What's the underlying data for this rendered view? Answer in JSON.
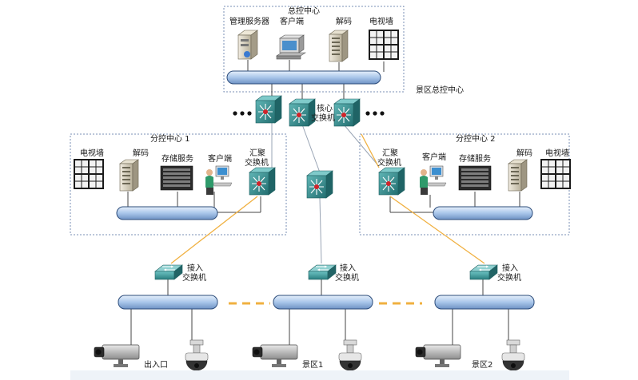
{
  "central": {
    "title": "总控中心",
    "zone_label": "景区总控中心",
    "mgmt_server": "管理服务器",
    "client": "客户端",
    "decoder": "解码",
    "tv_wall": "电视墙",
    "core_line1": "核心",
    "core_line2": "交换机"
  },
  "branch1": {
    "title": "分控中心 1",
    "tv_wall": "电视墙",
    "decoder": "解码",
    "storage": "存储服务",
    "client": "客户端",
    "agg_line1": "汇聚",
    "agg_line2": "交换机"
  },
  "branch2": {
    "title": "分控中心 2",
    "agg_line1": "汇聚",
    "agg_line2": "交换机",
    "client": "客户端",
    "storage": "存储服务",
    "decoder": "解码",
    "tv_wall": "电视墙"
  },
  "access": {
    "line1": "接入",
    "line2": "交换机"
  },
  "sites": {
    "entrance": "出入口",
    "zone1": "景区1",
    "zone2": "景区2"
  },
  "colors": {
    "bus_blue": "#b9d3f0",
    "bus_edge": "#2c4c7a",
    "switch_teal": "#2e8c8c",
    "fiber": "#f0b040",
    "border": "#7a8fb5"
  }
}
